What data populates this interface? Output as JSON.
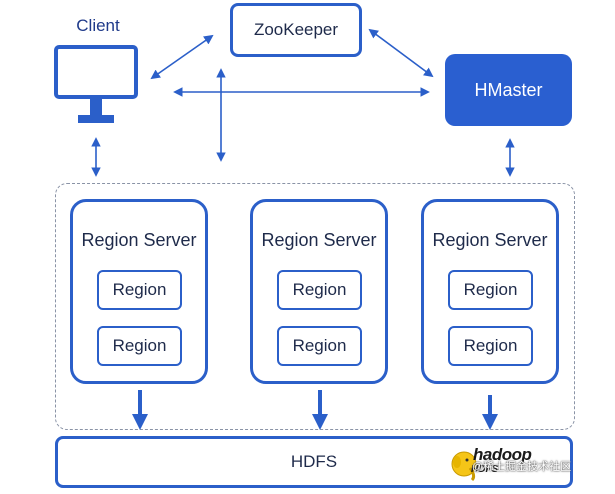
{
  "client": {
    "label": "Client",
    "icon": "monitor-icon"
  },
  "zookeeper": {
    "label": "ZooKeeper"
  },
  "hmaster": {
    "label": "HMaster"
  },
  "region_servers": [
    {
      "title": "Region Server",
      "regions": [
        "Region",
        "Region"
      ]
    },
    {
      "title": "Region Server",
      "regions": [
        "Region",
        "Region"
      ]
    },
    {
      "title": "Region Server",
      "regions": [
        "Region",
        "Region"
      ]
    }
  ],
  "hdfs": {
    "label": "HDFS",
    "logo": {
      "brand": "hadoop",
      "sub": "HDFS",
      "icon": "hadoop-elephant-icon"
    }
  },
  "watermark": "@稀土掘金技术社区",
  "colors": {
    "primary": "#2b5fc9",
    "hmaster_fill": "#2a5fd0",
    "arrow": "#2b5fc9",
    "dashed_border": "#8a93a6",
    "logo_yellow": "#f5c518"
  }
}
